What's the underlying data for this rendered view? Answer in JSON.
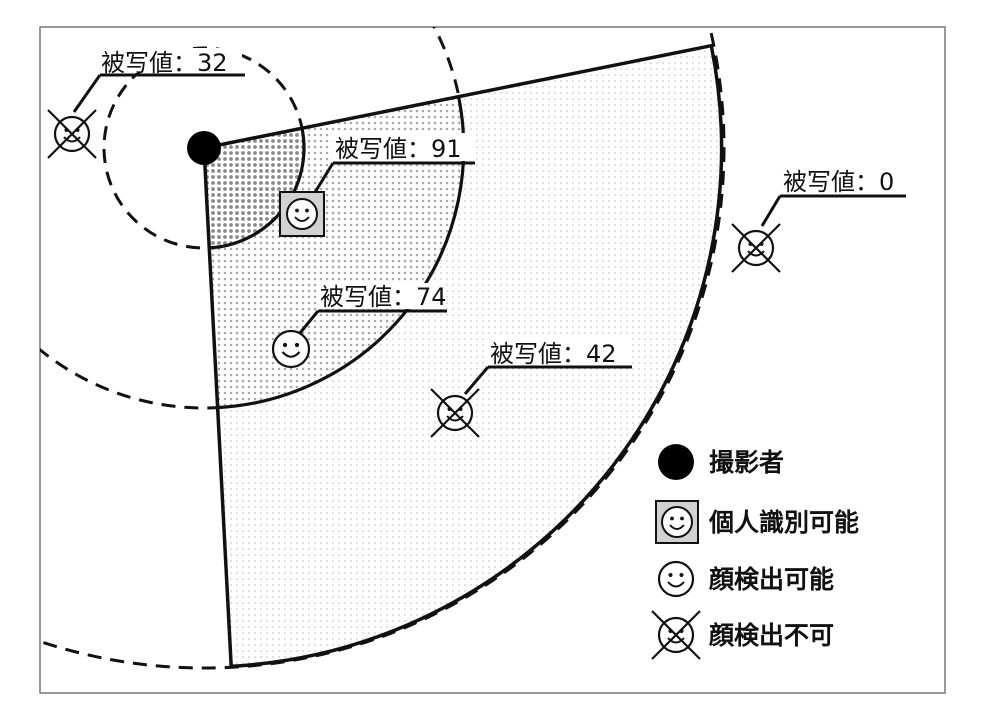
{
  "labels": {
    "subject_far_left": "被写値：32",
    "subject_near": "被写値：91",
    "subject_mid": "被写値：74",
    "subject_far_mid": "被写値：42",
    "subject_outside_right": "被写値：0"
  },
  "legend": {
    "photographer": "撮影者",
    "individual_identifiable": "個人識別可能",
    "face_detectable": "顔検出可能",
    "face_not_detectable": "顔検出不可"
  },
  "colors": {
    "line": "#111111",
    "near_zone_dots": "#8a8a8a",
    "mid_zone_dots": "#a8a8a8",
    "far_zone_dots": "#c4c4c4",
    "identifiable_box_fill": "#d2d2d2"
  },
  "icons": {
    "photographer": "filled-circle",
    "individual_identifiable": "smiley-in-box",
    "face_detectable": "smiley",
    "face_not_detectable": "crossed-out-smiley"
  }
}
